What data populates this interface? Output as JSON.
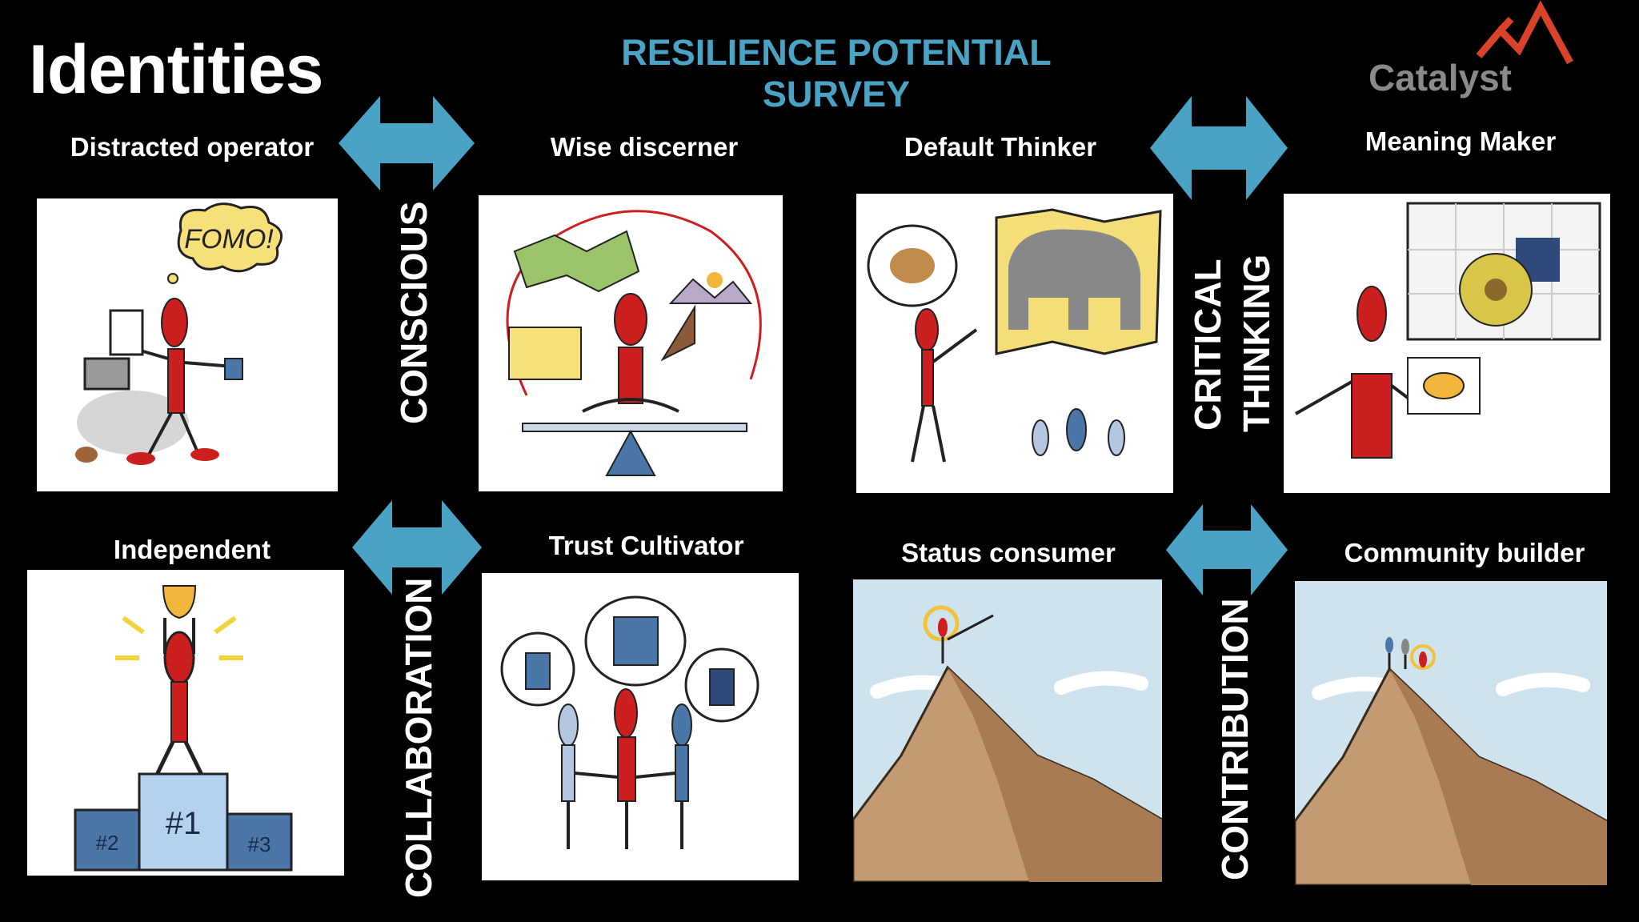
{
  "title": "Identities",
  "survey_title": "RESILIENCE POTENTIAL SURVEY",
  "logo": {
    "name": "Catalyst",
    "color": "#8a8a8a",
    "mark_color": "#d9432a"
  },
  "accent_color": "#4aa3c5",
  "axes": [
    {
      "label": "CONSCIOUS"
    },
    {
      "label_line1": "CRITICAL",
      "label_line2": "THINKING"
    },
    {
      "label": "COLLABORATION"
    },
    {
      "label": "CONTRIBUTION"
    }
  ],
  "identities": [
    {
      "label": "Distracted operator",
      "bubble": "FOMO!"
    },
    {
      "label": "Wise discerner"
    },
    {
      "label": "Default Thinker"
    },
    {
      "label": "Meaning Maker"
    },
    {
      "label": "Independent",
      "podium": [
        "#2",
        "#1",
        "#3"
      ]
    },
    {
      "label": "Trust Cultivator"
    },
    {
      "label": "Status consumer"
    },
    {
      "label": "Community builder"
    }
  ]
}
